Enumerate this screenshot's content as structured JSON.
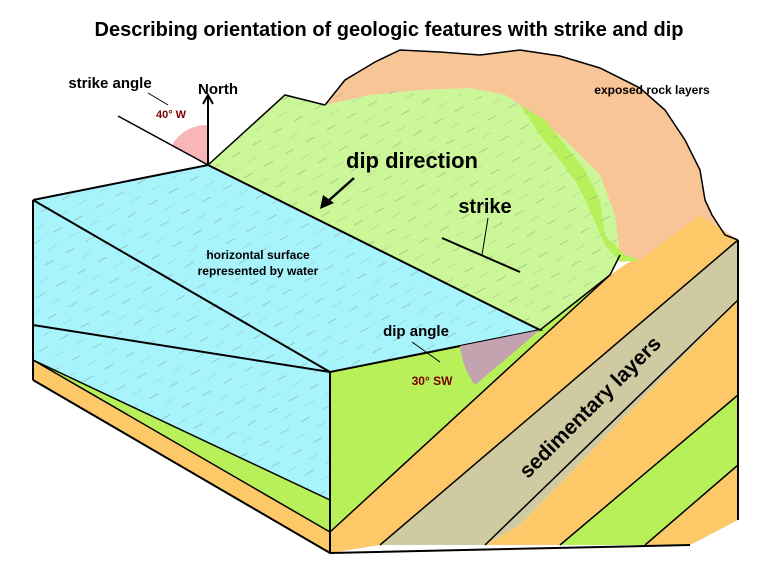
{
  "title": "Describing orientation of geologic features with strike and dip",
  "labels": {
    "strike_angle": "strike angle",
    "north": "North",
    "strike_angle_value": "40° W",
    "dip_direction": "dip direction",
    "strike": "strike",
    "exposed_rock_layers": "exposed rock layers",
    "horizontal_surface_line1": "horizontal surface",
    "horizontal_surface_line2": "represented by water",
    "dip_angle": "dip angle",
    "dip_angle_value": "30° SW",
    "sedimentary_layers": "sedimentary layers"
  },
  "colors": {
    "water": "#a8f4fc",
    "hillside": "#ccf798",
    "rock_exposed": "#f7c596",
    "layer_green": "#b8f05a",
    "layer_orange": "#fcc868",
    "layer_tan": "#cfcaa1",
    "strike_angle_wedge": "#f8b6b6",
    "dip_angle_wedge": "#c3a3b0",
    "angle_text": "#7a0000"
  }
}
